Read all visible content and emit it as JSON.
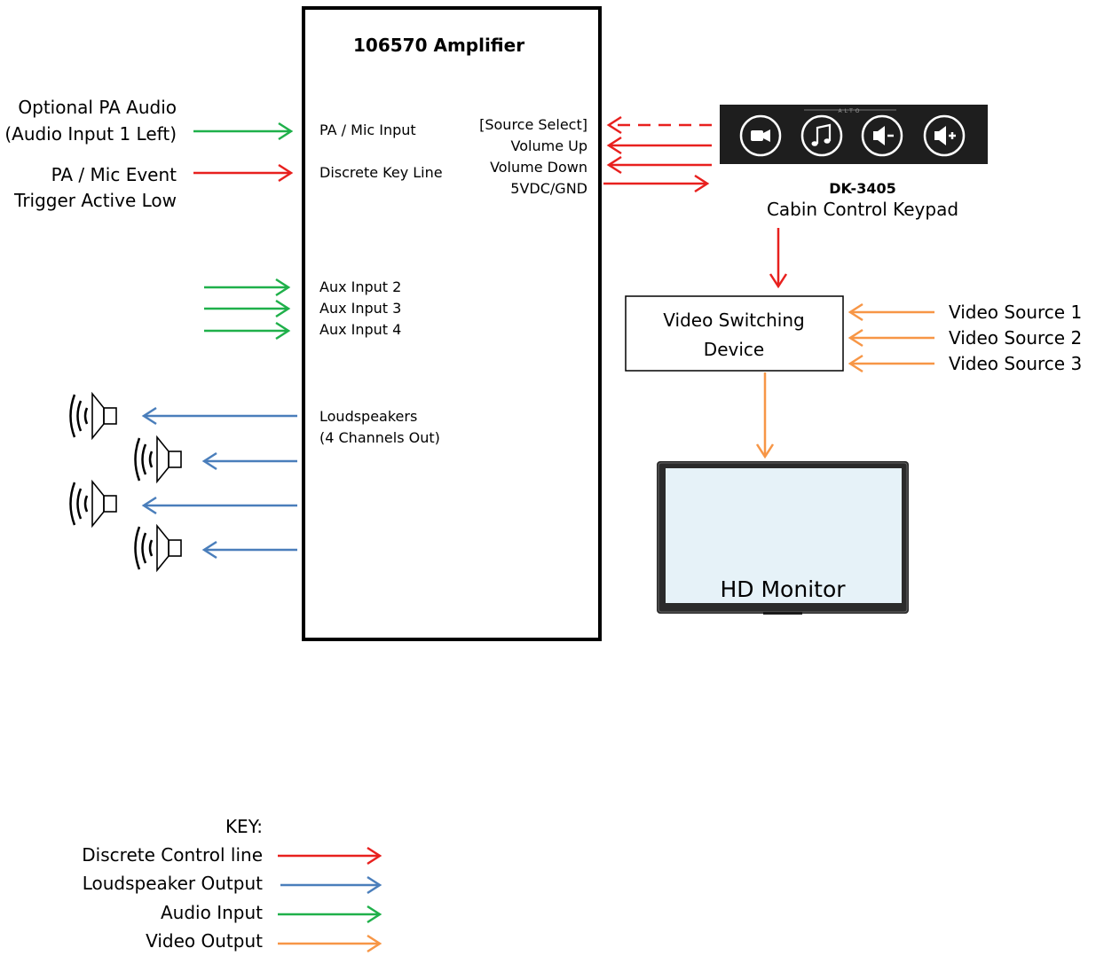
{
  "amplifier": {
    "title": "106570 Amplifier",
    "pa_mic_input": "PA / Mic  Input",
    "discrete_key_line": "Discrete Key Line",
    "source_select": "[Source Select]",
    "volume_up": "Volume Up",
    "volume_down": "Volume Down",
    "power": "5VDC/GND",
    "aux_input_2": "Aux Input 2",
    "aux_input_3": "Aux Input 3",
    "aux_input_4": "Aux Input 4",
    "loudspeakers": "Loudspeakers",
    "loudspeakers_channels": "(4 Channels Out)"
  },
  "external_inputs": {
    "optional_pa_audio_line1": "Optional PA Audio",
    "optional_pa_audio_line2": "(Audio Input 1 Left)",
    "pa_mic_event_line1": "PA / Mic Event",
    "pa_mic_event_line2": "Trigger Active Low"
  },
  "keypad": {
    "model": "DK-3405",
    "description": "Cabin Control Keypad",
    "brand_mark": "ALTO",
    "buttons": [
      "video-camera-icon",
      "music-note-icon",
      "volume-down-icon",
      "volume-up-icon"
    ]
  },
  "video_switch": {
    "label_line1": "Video Switching",
    "label_line2": "Device",
    "sources": [
      "Video Source 1",
      "Video Source 2",
      "Video Source 3"
    ]
  },
  "monitor": {
    "label": "HD Monitor"
  },
  "key": {
    "title": "KEY:",
    "items": [
      {
        "label": "Discrete Control line",
        "color": "#e8201e"
      },
      {
        "label": "Loudspeaker Output",
        "color": "#4a7ebb"
      },
      {
        "label": "Audio Input",
        "color": "#1fb04a"
      },
      {
        "label": "Video Output",
        "color": "#f79646"
      }
    ]
  },
  "colors": {
    "control": "#e8201e",
    "speaker": "#4a7ebb",
    "audio": "#1fb04a",
    "video": "#f79646"
  }
}
